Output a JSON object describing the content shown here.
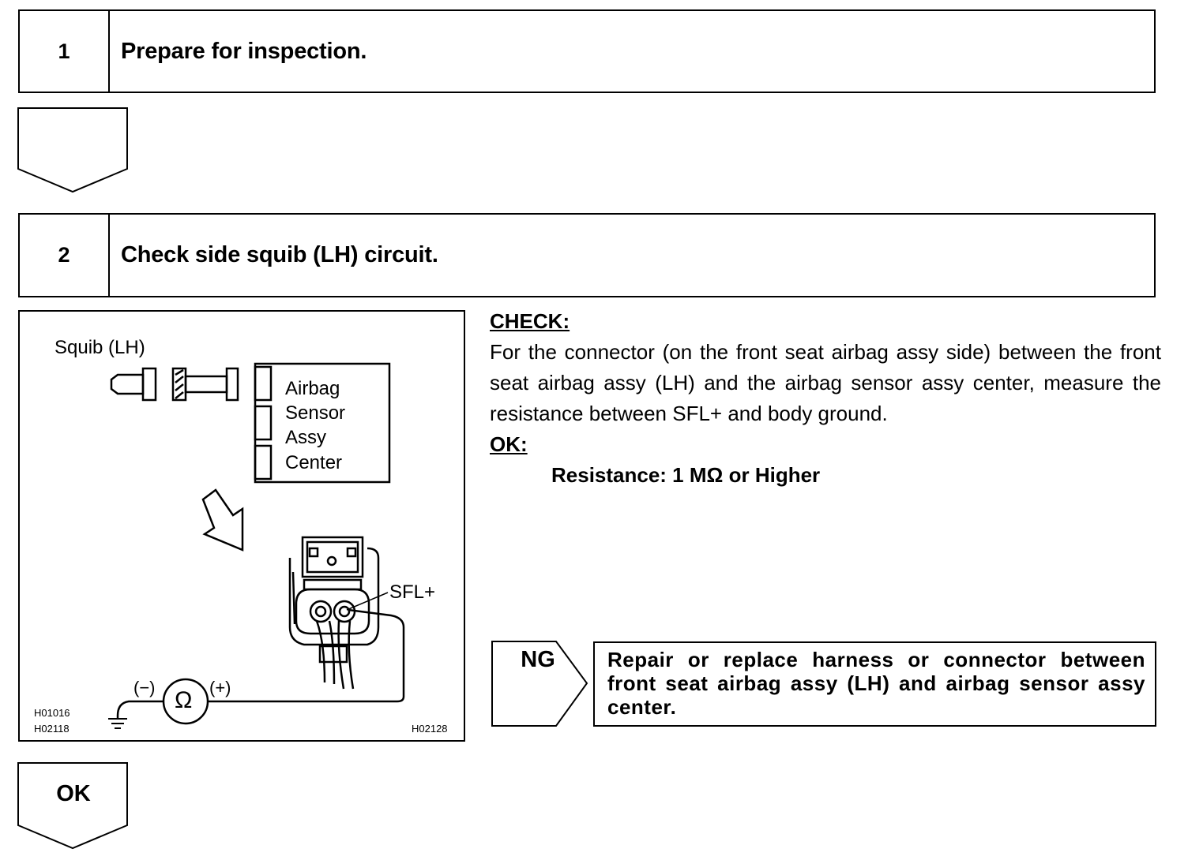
{
  "steps": [
    {
      "number": "1",
      "title": "Prepare for inspection."
    },
    {
      "number": "2",
      "title": "Check side squib (LH) circuit."
    }
  ],
  "figure": {
    "squib_label": "Squib (LH)",
    "ecu_label_lines": [
      "Airbag",
      "Sensor",
      "Assy",
      "Center"
    ],
    "terminal_label": "SFL+",
    "minus_label": "(−)",
    "plus_label": "(+)",
    "ohm_symbol": "Ω",
    "codes_left": [
      "H01016",
      "H02118"
    ],
    "code_right": "H02128"
  },
  "check": {
    "heading": "CHECK:",
    "text": "For the connector (on the front seat airbag assy side) between the front seat airbag assy (LH) and the airbag sensor assy center, measure the resistance between SFL+ and body ground.",
    "ok_heading": "OK:",
    "ok_value": "Resistance: 1 MΩ or Higher"
  },
  "ng": {
    "label": "NG",
    "result": "Repair or replace harness or connector between front seat airbag assy (LH) and airbag sensor assy center."
  },
  "ok_flow_label": "OK"
}
